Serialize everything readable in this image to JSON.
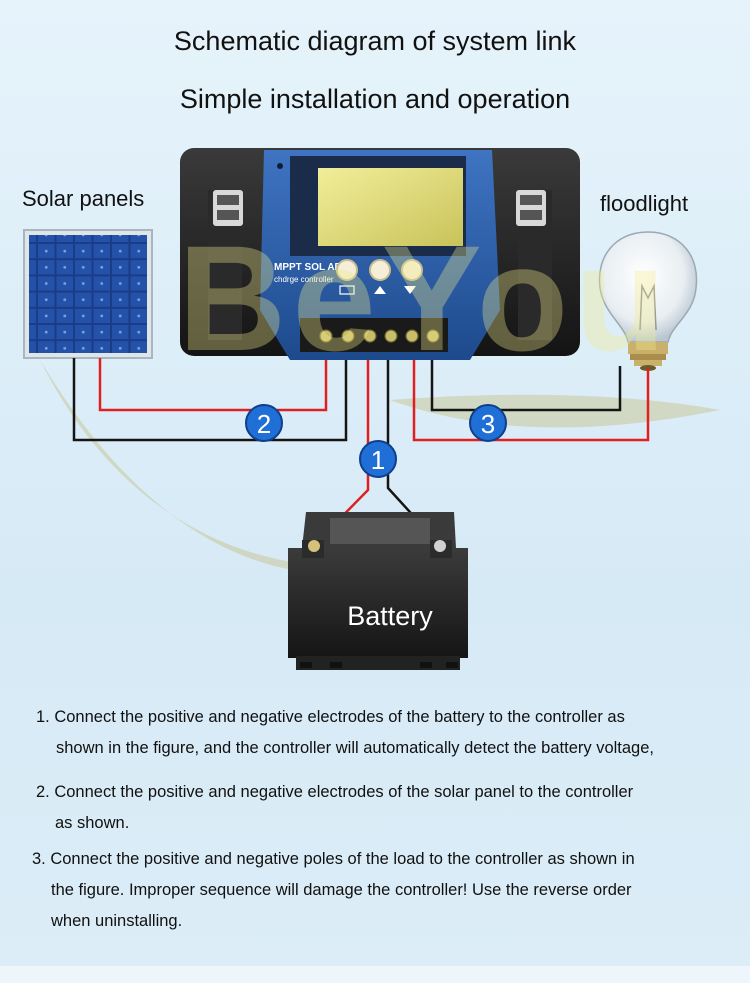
{
  "title": "Schematic diagram of system link",
  "subtitle": "Simple installation and operation",
  "labels": {
    "solar_panels": "Solar panels",
    "floodlight": "floodlight",
    "battery": "Battery"
  },
  "controller": {
    "model_line1": "MPPT SOL AR",
    "model_line2": "chdrge controller"
  },
  "markers": [
    "1",
    "2",
    "3"
  ],
  "watermark": "BeYou",
  "colors": {
    "positive_wire": "#e02020",
    "negative_wire": "#151515",
    "marker_blue": "#1f6fd6",
    "controller_blue": "#2b5ea8"
  },
  "steps": [
    {
      "line1": "1. Connect the positive and negative electrodes of the battery to the controller as",
      "line2": "shown in the figure, and the controller will automatically detect the battery voltage,"
    },
    {
      "line1": "2. Connect the positive and negative electrodes of the solar panel to the controller",
      "line2": "as shown."
    },
    {
      "line1": "3. Connect the positive and negative poles of the load to the controller as shown in",
      "line2": "the figure. Improper sequence will damage the controller! Use the reverse order",
      "line3": "when uninstalling."
    }
  ]
}
